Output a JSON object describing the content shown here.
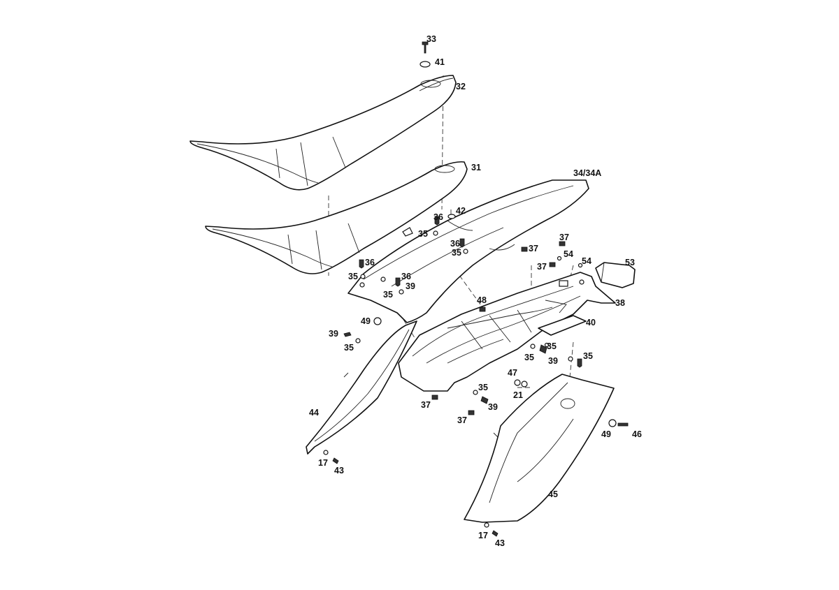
{
  "callouts": {
    "c33": "33",
    "c41": "41",
    "c32": "32",
    "c31": "31",
    "c34": "34/34A",
    "c42": "42",
    "c36a": "36",
    "c35a": "35",
    "c36b": "36",
    "c35b": "35",
    "c36c": "36",
    "c35c": "35",
    "c36d": "36",
    "c39a": "39",
    "c35d": "35",
    "c37a": "37",
    "c37b": "37",
    "c54a": "54",
    "c37c": "37",
    "c54b": "54",
    "c53": "53",
    "c38": "38",
    "c48": "48",
    "c40": "40",
    "c49a": "49",
    "c39b": "39",
    "c35e": "35",
    "c35f": "35",
    "c35g": "35",
    "c39c": "39",
    "c35h": "35",
    "c47": "47",
    "c21": "21",
    "c35i": "35",
    "c39d": "39",
    "c37d": "37",
    "c37e": "37",
    "c44": "44",
    "c49b": "49",
    "c46": "46",
    "c17a": "17",
    "c43a": "43",
    "c45": "45",
    "c17b": "17",
    "c43b": "43"
  }
}
